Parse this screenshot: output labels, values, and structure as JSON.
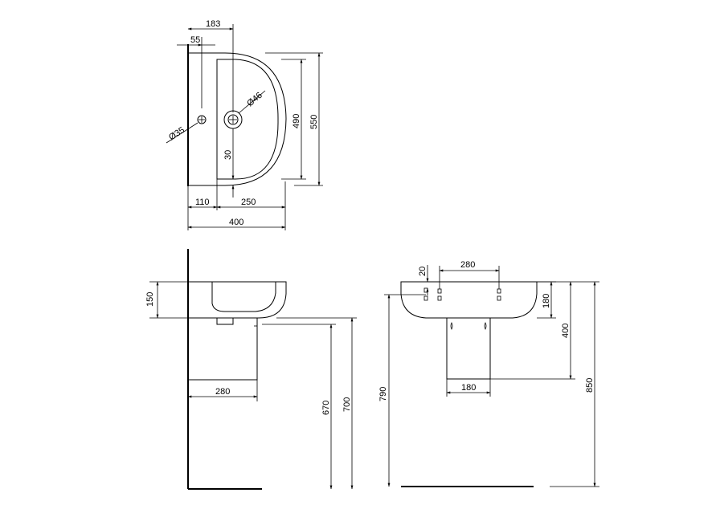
{
  "diagram": {
    "top_view": {
      "dims": {
        "d183": "183",
        "d55": "55",
        "dia46": "Ø46",
        "dia35": "Ø35",
        "d490": "490",
        "d550": "550",
        "d30": "30",
        "d110": "110",
        "d250": "250",
        "d400": "400"
      }
    },
    "side_view": {
      "dims": {
        "d150": "150",
        "d280": "280",
        "d670": "670",
        "d700": "700"
      }
    },
    "front_view": {
      "dims": {
        "d20": "20",
        "d280": "280",
        "d180_height": "180",
        "d400": "400",
        "d790": "790",
        "d850": "850",
        "d180_width": "180"
      }
    }
  }
}
